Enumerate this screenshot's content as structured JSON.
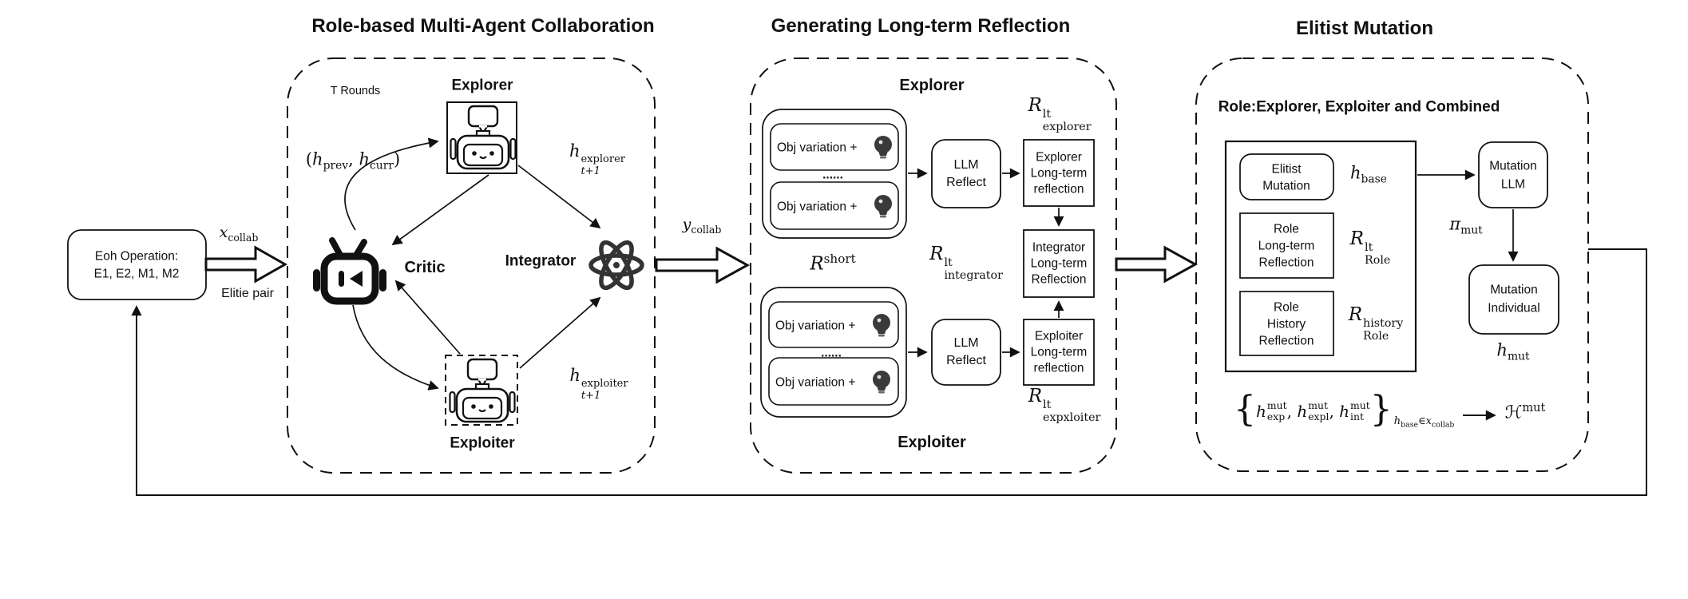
{
  "colors": {
    "ink": "#111111",
    "icon_gray": "#3a3a3a",
    "background": "#ffffff"
  },
  "input": {
    "box_line1": "Eoh Operation:",
    "box_line2": "E1, E2, M1, M2",
    "x_label_base": "x",
    "x_label_sub": "collab",
    "elite_pair": "Elitie pair"
  },
  "collab_panel": {
    "title": "Role-based Multi-Agent Collaboration",
    "t_rounds": "T Rounds",
    "explorer": "Explorer",
    "critic": "Critic",
    "integrator": "Integrator",
    "exploiter": "Exploiter",
    "h_pair": {
      "open": "(",
      "h1": "h",
      "sub1": "prev",
      "comma": ", ",
      "h2": "h",
      "sub2": "curr",
      "close": ")"
    },
    "h_explorer": {
      "base": "h",
      "sup": "explorer",
      "sub": "t+1"
    },
    "h_exploiter": {
      "base": "h",
      "sup": "exploiter",
      "sub": "t+1"
    },
    "y_label": {
      "base": "y",
      "sub": "collab"
    }
  },
  "reflection_panel": {
    "title": "Generating Long-term Reflection",
    "explorer_heading": "Explorer",
    "exploiter_heading": "Exploiter",
    "obj_label": "Obj variation +",
    "dots": "......",
    "llm_reflect": [
      "LLM",
      "Reflect"
    ],
    "r_short": {
      "base": "R",
      "sup": "short"
    },
    "r_lt_explorer": {
      "base": "R",
      "sup": "lt",
      "sub": "explorer"
    },
    "r_lt_integrator": {
      "base": "R",
      "sup": "lt",
      "sub": "integrator"
    },
    "r_lt_exploiter": {
      "base": "R",
      "sup": "lt",
      "sub": "expxloiter"
    },
    "explorer_lt_box": [
      "Explorer",
      "Long-term",
      "reflection"
    ],
    "integrator_lt_box": [
      "Integrator",
      "Long-term",
      "Reflection"
    ],
    "exploiter_lt_box": [
      "Exploiter",
      "Long-term",
      "reflection"
    ]
  },
  "mutation_panel": {
    "title": "Elitist Mutation",
    "role_heading": "Role:Explorer, Exploiter and Combined",
    "elitist_box": [
      "Elitist",
      "Mutation"
    ],
    "role_lt_box": [
      "Role",
      "Long-term",
      "Reflection"
    ],
    "role_history_box": [
      "Role",
      "History",
      "Reflection"
    ],
    "h_base": {
      "base": "h",
      "sub": "base"
    },
    "r_lt_role": {
      "base": "R",
      "sup": "lt",
      "sub": "Role"
    },
    "r_history_role": {
      "base": "R",
      "sup": "history",
      "sub": "Role"
    },
    "mutation_llm": [
      "Mutation",
      "LLM"
    ],
    "pi_mut": {
      "base": "π",
      "sub": "mut"
    },
    "mutation_individual": [
      "Mutation",
      "Individual"
    ],
    "h_mut": {
      "base": "h",
      "sub": "mut"
    },
    "formula": {
      "lbrace": "{",
      "rbrace": "}",
      "t1": {
        "base": "h",
        "sup": "mut",
        "sub": "exp"
      },
      "c1": ",",
      "t2": {
        "base": "h",
        "sup": "mut",
        "sub": "expl"
      },
      "c2": ",",
      "t3": {
        "base": "h",
        "sup": "mut",
        "sub": "int"
      },
      "cond": {
        "h": "h",
        "hsub": "base",
        "in": "∈",
        "x": "x",
        "xsub": "collab"
      },
      "result": {
        "base": "ℋ",
        "sup": "mut"
      }
    }
  }
}
